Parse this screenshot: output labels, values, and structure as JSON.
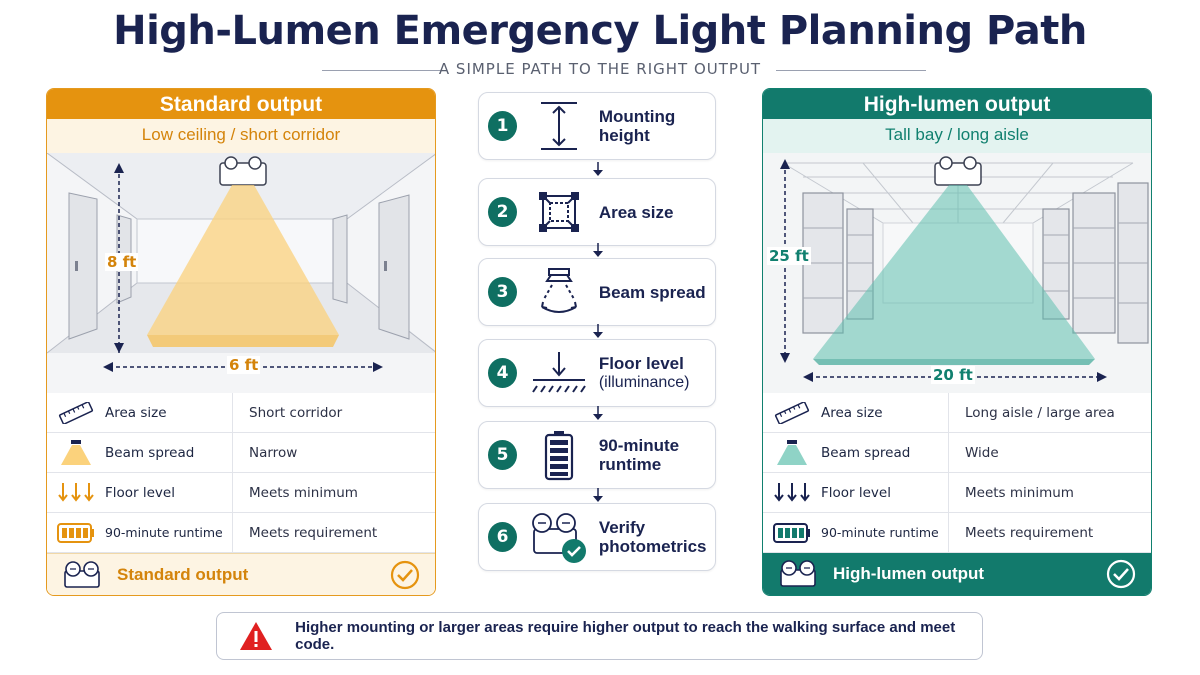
{
  "title": "High-Lumen Emergency Light Planning Path",
  "subtitle": "A SIMPLE PATH TO THE RIGHT OUTPUT",
  "colors": {
    "standard": "#e5930f",
    "high_lumen": "#127a6c",
    "navy": "#1a2350",
    "alert": "#e02020"
  },
  "standard": {
    "header": "Standard output",
    "subheader": "Low ceiling / short corridor",
    "height_label": "8 ft",
    "width_label": "6 ft",
    "rows": [
      {
        "icon": "ruler-icon",
        "label": "Area size",
        "value": "Short corridor"
      },
      {
        "icon": "beam-icon",
        "label": "Beam spread",
        "value": "Narrow"
      },
      {
        "icon": "floor-arrows-icon",
        "label": "Floor level",
        "value": "Meets minimum"
      },
      {
        "icon": "battery-icon",
        "label": "90-minute runtime",
        "value": "Meets requirement"
      }
    ],
    "footer": "Standard output"
  },
  "high_lumen": {
    "header": "High-lumen output",
    "subheader": "Tall bay / long aisle",
    "height_label": "25 ft",
    "width_label": "20 ft",
    "rows": [
      {
        "icon": "ruler-icon",
        "label": "Area size",
        "value": "Long aisle / large area"
      },
      {
        "icon": "beam-icon",
        "label": "Beam spread",
        "value": "Wide"
      },
      {
        "icon": "floor-arrows-icon",
        "label": "Floor level",
        "value": "Meets minimum"
      },
      {
        "icon": "battery-icon",
        "label": "90-minute runtime",
        "value": "Meets requirement"
      }
    ],
    "footer": "High-lumen output"
  },
  "steps": [
    {
      "number": "1",
      "icon": "mounting-height-icon",
      "label": "Mounting height",
      "note": ""
    },
    {
      "number": "2",
      "icon": "area-size-icon",
      "label": "Area size",
      "note": ""
    },
    {
      "number": "3",
      "icon": "beam-spread-icon",
      "label": "Beam spread",
      "note": ""
    },
    {
      "number": "4",
      "icon": "floor-level-icon",
      "label": "Floor level",
      "note": "(illuminance)"
    },
    {
      "number": "5",
      "icon": "battery-icon",
      "label": "90-minute runtime",
      "note": ""
    },
    {
      "number": "6",
      "icon": "verify-photometrics-icon",
      "label": "Verify photometrics",
      "note": ""
    }
  ],
  "warning": {
    "icon": "warning-icon",
    "text": "Higher mounting or larger areas require higher output to reach the walking surface and meet code."
  }
}
